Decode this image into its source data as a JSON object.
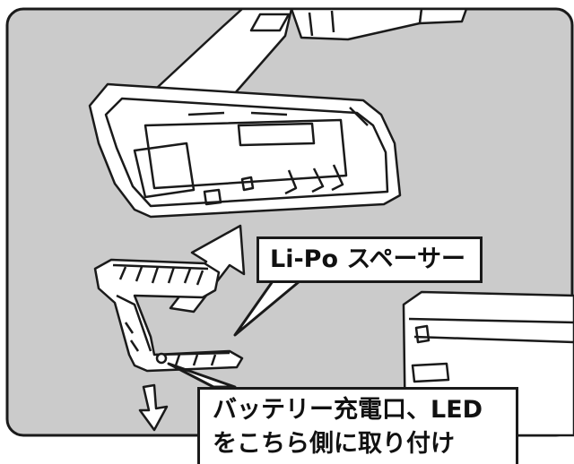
{
  "figure": {
    "colors": {
      "panel_background": "#cbcbcb",
      "panel_border": "#1a1a1a",
      "part_fill": "#ffffff",
      "line": "#1a1a1a",
      "callout_background": "#ffffff"
    },
    "callouts": {
      "lipo_spacer": "Li-Po スペーサー",
      "port_note_line1": "バッテリー充電口、LED",
      "port_note_line2": "をこちら側に取り付け"
    },
    "arrows": [
      "up-right arrow (spacer slides into tray)",
      "down arrow (spacer flips)"
    ]
  }
}
